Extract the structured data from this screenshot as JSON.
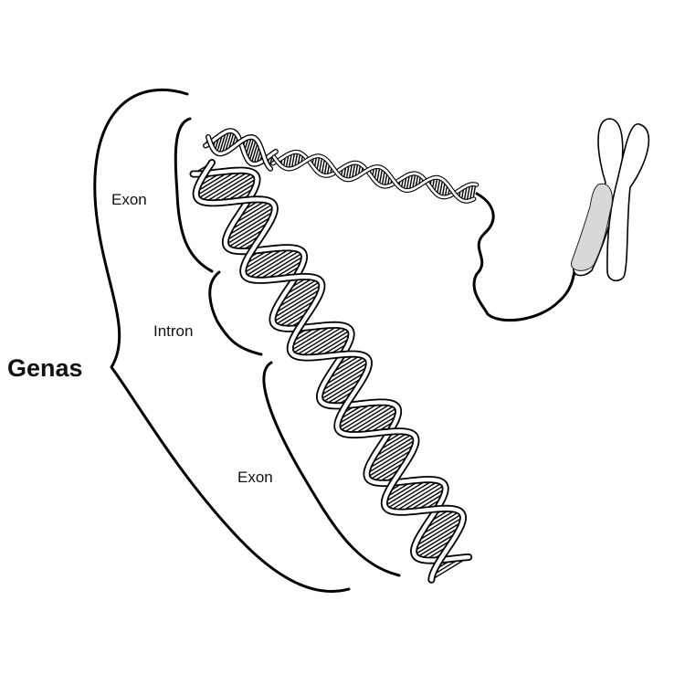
{
  "labels": {
    "gene": "Genas",
    "exon_top": "Exon",
    "intron": "Intron",
    "exon_bottom": "Exon"
  }
}
